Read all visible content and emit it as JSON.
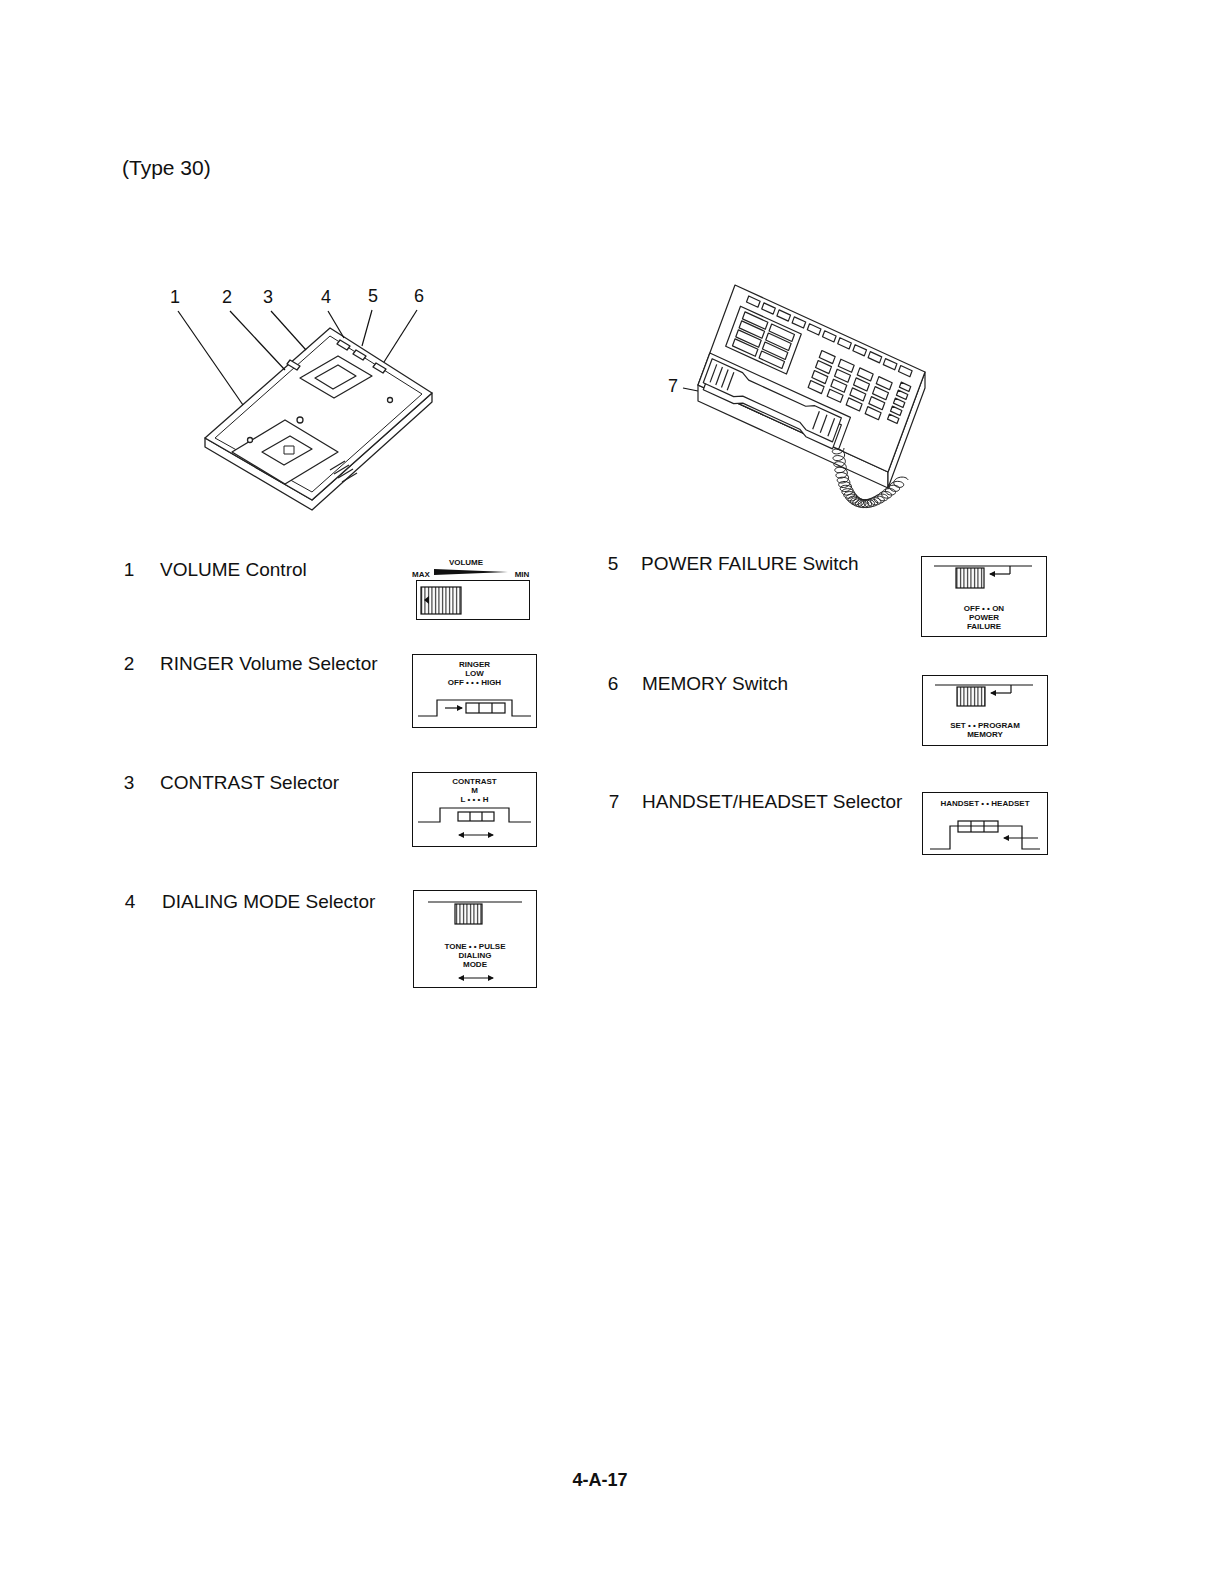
{
  "diagram": {
    "title": "(Type 30)",
    "nodes": [
      {
        "text": [
          "VOLUME",
          "MAX",
          "MIN"
        ]
      },
      {
        "text": [
          "RINGER",
          "LOW",
          "OFF • • • HIGH"
        ]
      },
      {
        "text": [
          "CONTRAST",
          "M",
          "L • • • H"
        ]
      },
      {
        "text": [
          "TONE • • PULSE",
          "DIALING MODE"
        ]
      },
      {
        "text": [
          "OFF • • ON",
          "POWER FAILURE"
        ]
      },
      {
        "text": [
          "SET • • PROGRAM",
          "MEMORY"
        ]
      },
      {
        "text": [
          "HANDSET • • HEADSET"
        ]
      }
    ],
    "labels": [
      "1",
      "2",
      "3",
      "4",
      "5",
      "6",
      "7",
      "1",
      "VOLUME Control",
      "2",
      "RINGER Volume Selector",
      "3",
      "CONTRAST Selector",
      "4",
      "DIALING MODE Selector",
      "5",
      "POWER FAILURE Switch",
      "6",
      "MEMORY Switch",
      "7",
      "HANDSET/HEADSET Selector",
      "4-A-17"
    ]
  }
}
